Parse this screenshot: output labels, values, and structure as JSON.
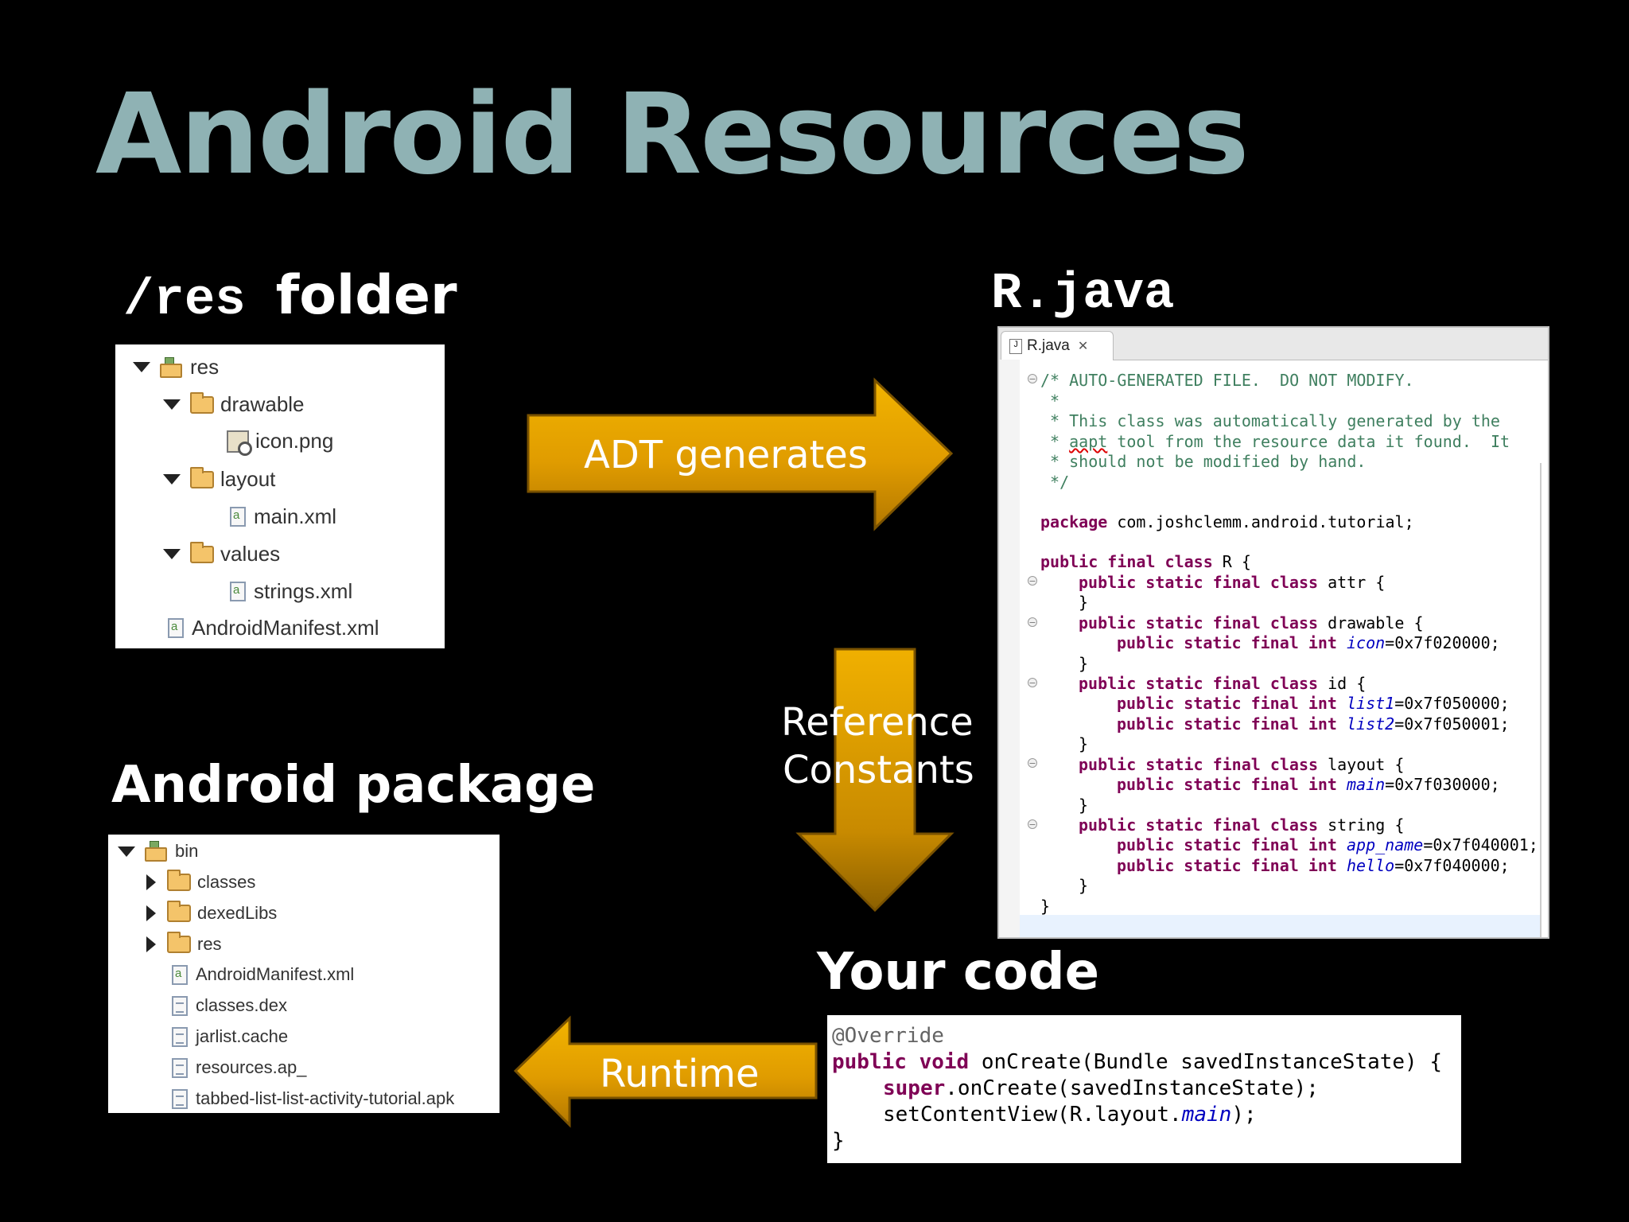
{
  "slide": {
    "title": "Android Resources",
    "res_heading_mono": "/res",
    "res_heading_text": "folder",
    "rjava_heading": "R.java",
    "package_heading": "Android package",
    "yourcode_heading": "Your code"
  },
  "arrows": {
    "adt": "ADT generates",
    "reference_line1": "Reference",
    "reference_line2": "Constants",
    "runtime": "Runtime"
  },
  "res_tree": {
    "root": "res",
    "drawable": "drawable",
    "icon": "icon.png",
    "layout": "layout",
    "main": "main.xml",
    "values": "values",
    "strings": "strings.xml",
    "manifest": "AndroidManifest.xml"
  },
  "bin_tree": {
    "root": "bin",
    "classes": "classes",
    "dexedlibs": "dexedLibs",
    "res": "res",
    "manifest": "AndroidManifest.xml",
    "classes_dex": "classes.dex",
    "jarlist": "jarlist.cache",
    "resources": "resources.ap_",
    "apk": "tabbed-list-list-activity-tutorial.apk"
  },
  "editor": {
    "tab_label": "R.java",
    "lines": {
      "c1": "/* AUTO-GENERATED FILE.  DO NOT MODIFY.",
      "c2": " *",
      "c3": " * This class was automatically generated by the",
      "c4a": " * ",
      "c4b": "aapt",
      "c4c": " tool from the resource data it found.  It",
      "c5": " * should not be modified by hand.",
      "c6": " */",
      "pkg_kw": "package",
      "pkg_name": " com.joshclemm.android.tutorial;",
      "class_kw": "public final class",
      "class_name": " R {",
      "psfc": "public static final class",
      "psfi": "public static final int",
      "attr": " attr {",
      "drawable": " drawable {",
      "id": " id {",
      "layout": " layout {",
      "string": " string {",
      "close": "}",
      "icon_f": "icon",
      "icon_v": "=0x7f020000;",
      "list1_f": "list1",
      "list1_v": "=0x7f050000;",
      "list2_f": "list2",
      "list2_v": "=0x7f050001;",
      "main_f": "main",
      "main_v": "=0x7f030000;",
      "appname_f": "app_name",
      "appname_v": "=0x7f040001;",
      "hello_f": "hello",
      "hello_v": "=0x7f040000;"
    }
  },
  "yourcode": {
    "annotation": "@Override",
    "l2_kw": "public void",
    "l2_rest": " onCreate(Bundle savedInstanceState) {",
    "l3_kw": "super",
    "l3_rest": ".onCreate(savedInstanceState);",
    "l4_a": "setContentView(R.layout.",
    "l4_f": "main",
    "l4_b": ");",
    "l5": "}"
  },
  "colors": {
    "title": "#8fb2b4",
    "arrow_gold": "#e6a400",
    "arrow_dark": "#9a6a00",
    "comment": "#3f7f5f",
    "keyword": "#7f0055",
    "field": "#0000c0"
  },
  "icons": [
    "folder-icon",
    "package-icon",
    "xml-file-icon",
    "image-file-icon",
    "text-file-icon",
    "java-file-icon",
    "close-tab-icon",
    "fold-icon",
    "expand-arrow-icon",
    "collapse-arrow-icon"
  ]
}
